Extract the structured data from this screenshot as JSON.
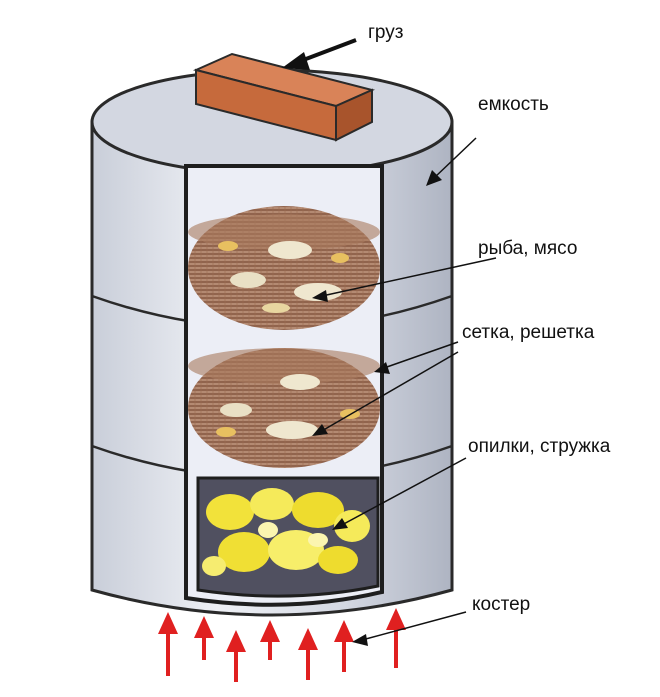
{
  "labels": {
    "weight": "груз",
    "container": "емкость",
    "food": "рыба, мясо",
    "grid": "сетка, решетка",
    "sawdust": "опилки, стружка",
    "fire": "костер"
  },
  "colors": {
    "cylinder_body": "#d8dce6",
    "cylinder_shade": "#b9bfcd",
    "cutaway_bg": "#f0f0f8",
    "mesh": "#8a5a40",
    "food_light": "#efe7cf",
    "brick": "#c66a3c",
    "brick_top": "#d98358",
    "chips": "#f2e23a",
    "sawdust_box": "#505060",
    "heat_arrow": "#e02020",
    "pointer": "#111111"
  },
  "watermark": "logo-watermark"
}
